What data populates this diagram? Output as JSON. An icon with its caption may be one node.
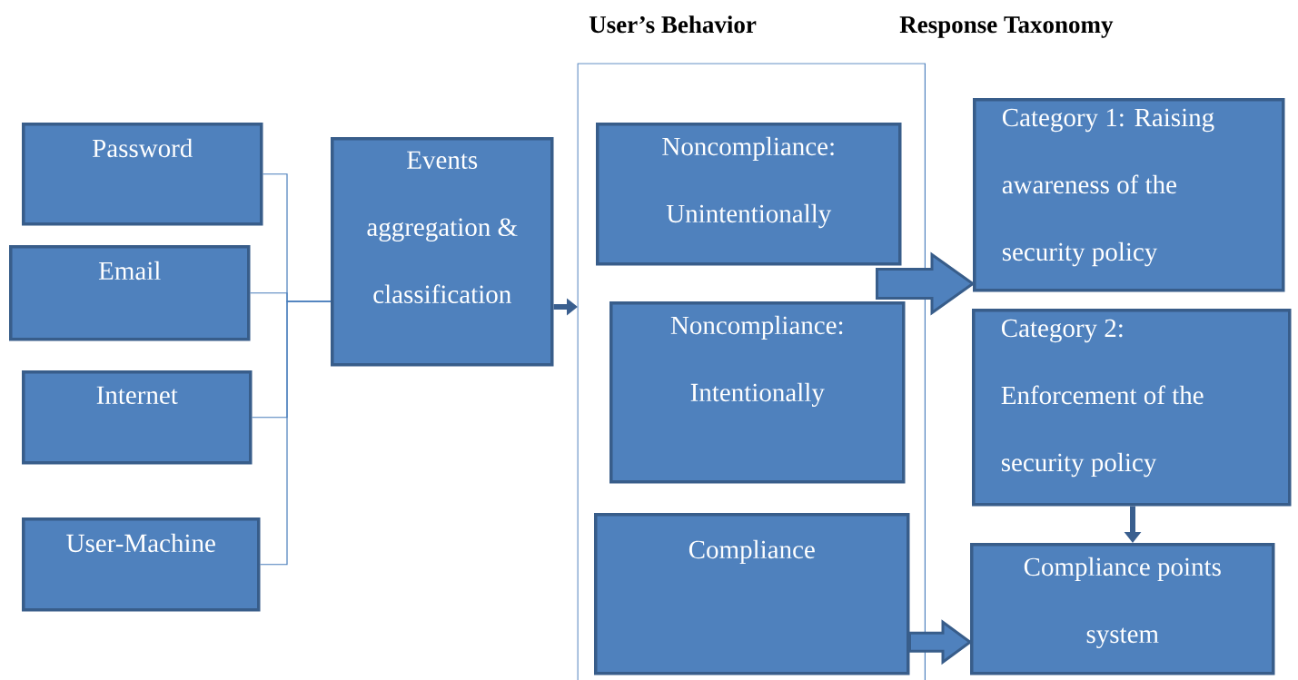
{
  "diagram": {
    "nodes": [
      {
        "text": [
          "Password"
        ]
      },
      {
        "text": [
          "Email"
        ]
      },
      {
        "text": [
          "Internet"
        ]
      },
      {
        "text": [
          "User-Machine"
        ]
      },
      {
        "text": [
          "Events aggregation & classification"
        ]
      },
      {
        "text": [
          "User’s Behavior"
        ]
      },
      {
        "text": [
          "Noncompliance: Unintentionally"
        ],
        "in": 5
      },
      {
        "text": [
          "Noncompliance: Intentionally"
        ],
        "in": 5
      },
      {
        "text": [
          "Compliance"
        ],
        "in": 5
      },
      {
        "text": [
          "Category 1: Raising awareness of the security policy"
        ]
      },
      {
        "text": [
          "Category 2: Enforcement of the security policy"
        ]
      },
      {
        "text": [
          "Compliance points system"
        ]
      }
    ],
    "edges": [
      {
        "from": 0,
        "to": 4,
        "arrow": "none",
        "color": "#4a7ebb"
      },
      {
        "from": 1,
        "to": 4,
        "arrow": "none",
        "color": "#4a7ebb"
      },
      {
        "from": 2,
        "to": 4,
        "arrow": "none",
        "color": "#4a7ebb"
      },
      {
        "from": 3,
        "to": 4,
        "arrow": "none",
        "color": "#4a7ebb"
      },
      {
        "from": 4,
        "to": 5,
        "arrow": "to",
        "style": "thick"
      },
      {
        "from": 6,
        "to": 9,
        "arrow": "to",
        "style": "thick"
      },
      {
        "from": 10,
        "to": 11,
        "arrow": "to",
        "style": "thick"
      },
      {
        "from": 8,
        "to": 11,
        "arrow": "to",
        "style": "thick"
      }
    ],
    "labels": [
      "Response Taxonomy"
    ]
  }
}
